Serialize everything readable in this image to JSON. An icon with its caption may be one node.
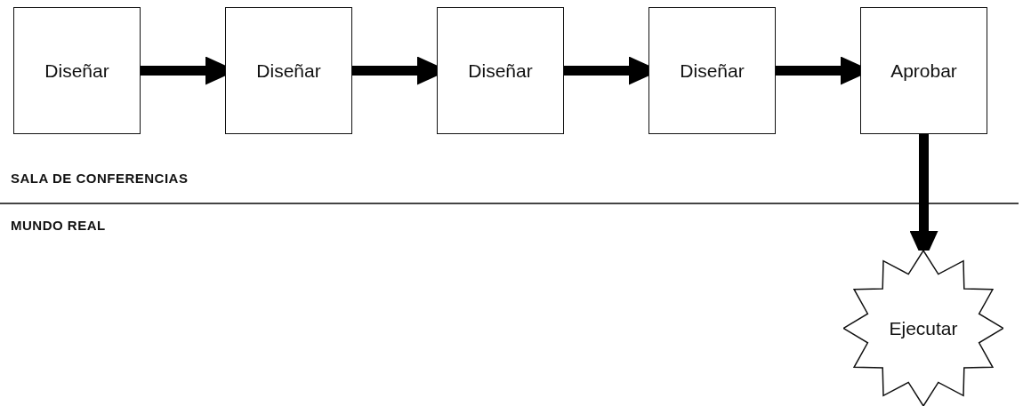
{
  "diagram": {
    "nodes": [
      {
        "text": [
          "Diseñar"
        ]
      },
      {
        "text": [
          "Diseñar"
        ]
      },
      {
        "text": [
          "Diseñar"
        ]
      },
      {
        "text": [
          "Diseñar"
        ]
      },
      {
        "text": [
          "Aprobar"
        ]
      },
      {
        "text": [
          "Ejecutar"
        ]
      }
    ],
    "edges": [
      {
        "from": 0,
        "to": 1,
        "arrow": "to"
      },
      {
        "from": 1,
        "to": 2,
        "arrow": "to"
      },
      {
        "from": 2,
        "to": 3,
        "arrow": "to"
      },
      {
        "from": 3,
        "to": 4,
        "arrow": "to"
      },
      {
        "from": 4,
        "to": 5,
        "arrow": "to"
      }
    ],
    "labels": [
      "SALA DE CONFERENCIAS",
      "MUNDO REAL"
    ]
  }
}
